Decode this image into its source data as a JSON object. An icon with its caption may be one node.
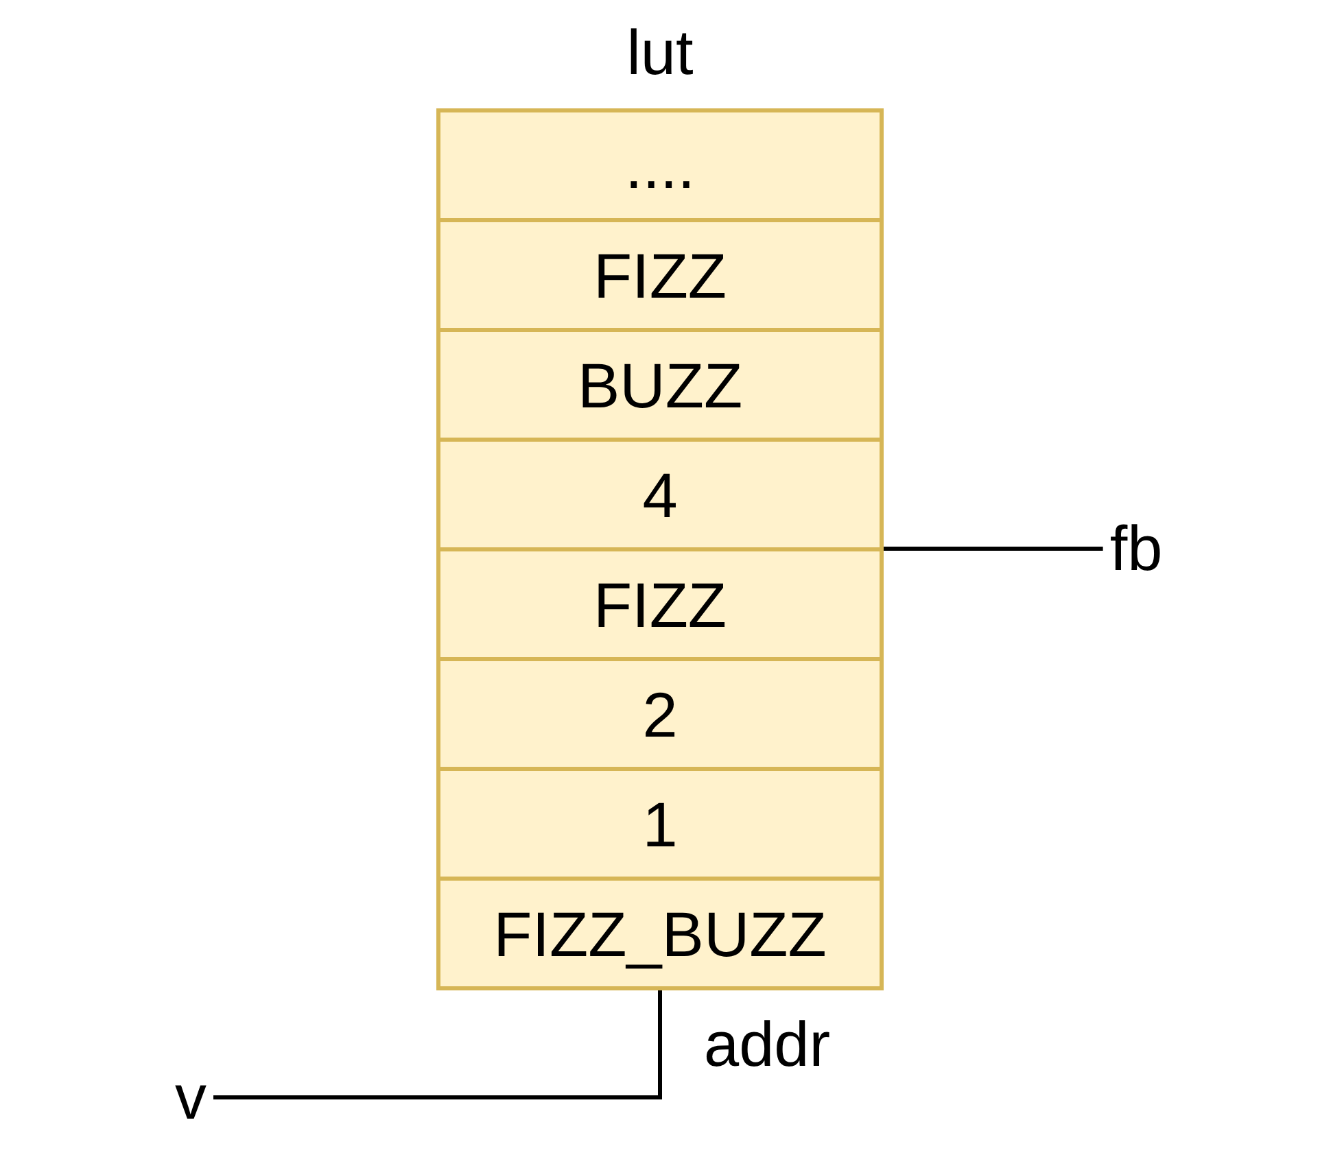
{
  "diagram": {
    "nodes": [
      {
        "text": [
          "lut"
        ]
      },
      {
        "text": [
          "...."
        ],
        "in": 0
      },
      {
        "text": [
          "FIZZ"
        ],
        "in": 0
      },
      {
        "text": [
          "BUZZ"
        ],
        "in": 0
      },
      {
        "text": [
          "4"
        ],
        "in": 0
      },
      {
        "text": [
          "FIZZ"
        ],
        "in": 0
      },
      {
        "text": [
          "2"
        ],
        "in": 0
      },
      {
        "text": [
          "1"
        ],
        "in": 0
      },
      {
        "text": [
          "FIZZ_BUZZ"
        ],
        "in": 0
      },
      {
        "text": [
          "v"
        ]
      },
      {
        "text": [
          "fb"
        ]
      }
    ],
    "edges": [
      {
        "from": 9,
        "to": 0,
        "arrow": "none",
        "label": "addr"
      },
      {
        "from": 0,
        "to": 10,
        "arrow": "none"
      }
    ]
  }
}
